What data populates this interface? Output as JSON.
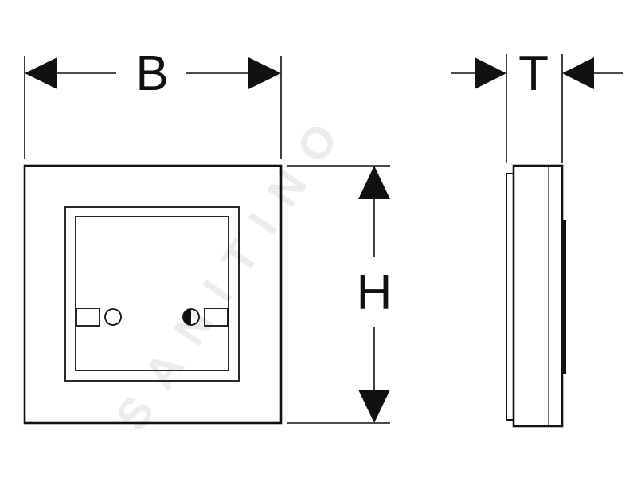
{
  "labels": {
    "width": "B",
    "height": "H",
    "depth": "T"
  },
  "watermark": "SANITINO",
  "colors": {
    "line": "#111111",
    "watermark": "#ececec",
    "background": "#ffffff"
  },
  "icons": {
    "left_indicator": "led-circle-icon",
    "right_indicator": "half-circle-icon"
  }
}
